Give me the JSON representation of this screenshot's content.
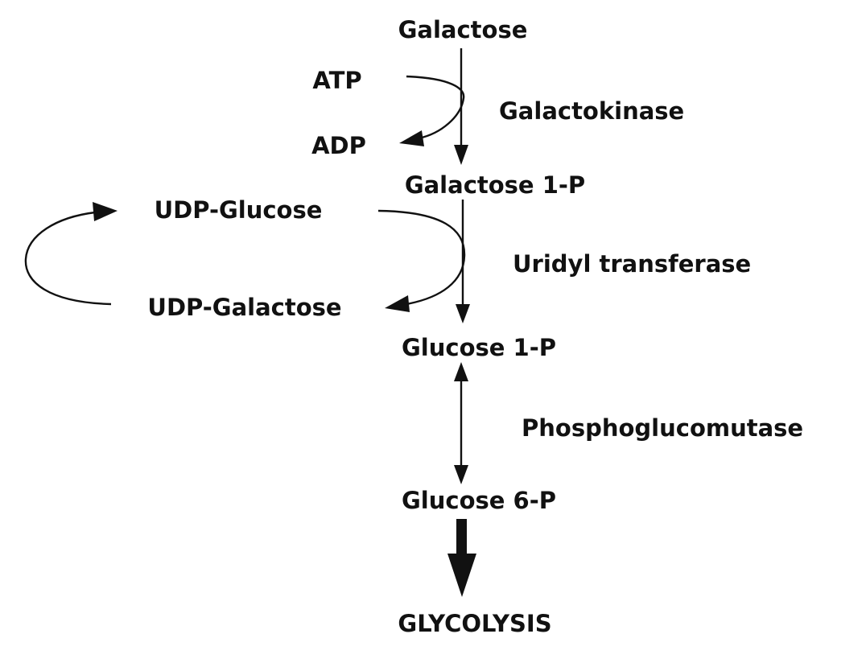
{
  "metabolites": {
    "galactose": "Galactose",
    "atp": "ATP",
    "adp": "ADP",
    "galactose_1p": "Galactose 1-P",
    "udp_glucose": "UDP-Glucose",
    "udp_galactose": "UDP-Galactose",
    "glucose_1p": "Glucose 1-P",
    "glucose_6p": "Glucose 6-P",
    "glycolysis": "GLYCOLYSIS"
  },
  "enzymes": {
    "galactokinase": "Galactokinase",
    "uridyl_transferase": "Uridyl transferase",
    "phosphoglucomutase": "Phosphoglucomutase"
  },
  "colors": {
    "ink": "#111111",
    "background": "#ffffff"
  }
}
